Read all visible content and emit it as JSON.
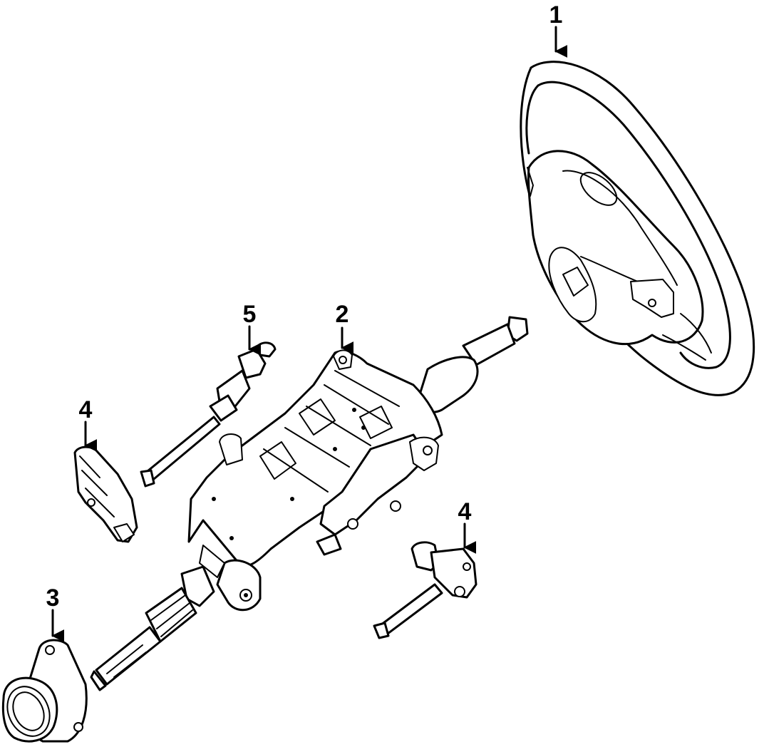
{
  "diagram": {
    "callouts": {
      "steering_wheel": "1",
      "column_assembly": "2",
      "boot_seal": "3",
      "motor_left": "4",
      "motor_right": "4",
      "shaft_switch": "5"
    },
    "colors": {
      "line": "#000000",
      "background": "#ffffff"
    }
  }
}
